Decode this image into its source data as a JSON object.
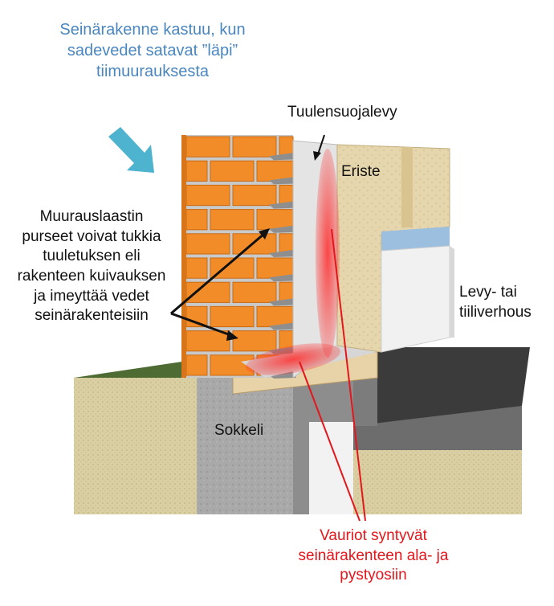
{
  "annotations": {
    "top_note": [
      "Seinärakenne kastuu, kun",
      "sadevedet satavat ”läpi”",
      "tiimuurauksesta"
    ],
    "wind_board": "Tuulensuojalevy",
    "insulation": "Eriste",
    "mortar_note": [
      "Muurauslaastin",
      "purseet voivat tukkia",
      "tuuletuksen eli",
      "rakenteen kuivauksen",
      "ja imeyttää vedet",
      "seinärakenteisiin"
    ],
    "cladding": [
      "Levy- tai",
      "tiiliverhous"
    ],
    "plinth": "Sokkeli",
    "damage_note": [
      "Vauriot syntyvät",
      "seinärakenteen ala- ja",
      "pystyosiin"
    ]
  },
  "colors": {
    "brick": "#f28c28",
    "mortar": "#c9c9c9",
    "insulation": "#e6d6ae",
    "wind_board": "#e4e4e4",
    "concrete": "#a9a9a9",
    "ground": "#d9cfa3",
    "grass": "#4f6b34",
    "asphalt": "#3b3b3b",
    "vapour_barrier": "#9cbfe0",
    "rain_arrow": "#4db3cf",
    "damage_red": "#ff3b3b",
    "annotation_red": "#e3161b",
    "annotation_blue": "#4a86bf"
  },
  "icons": {
    "rain_direction": "arrow-icon"
  }
}
